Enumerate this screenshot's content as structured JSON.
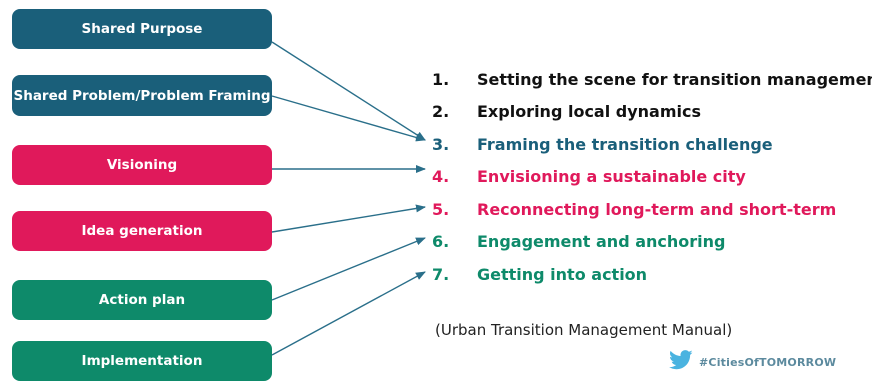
{
  "boxes": [
    {
      "label": "Shared Purpose",
      "color": "teal"
    },
    {
      "label": "Shared Problem/Problem Framing",
      "color": "teal"
    },
    {
      "label": "Visioning",
      "color": "red"
    },
    {
      "label": "Idea generation",
      "color": "red"
    },
    {
      "label": "Action plan",
      "color": "green"
    },
    {
      "label": "Implementation",
      "color": "green"
    }
  ],
  "steps": [
    {
      "number": "1.",
      "label": "Setting the scene for transition management",
      "color": "black"
    },
    {
      "number": "2.",
      "label": "Exploring local dynamics",
      "color": "black"
    },
    {
      "number": "3.",
      "label": "Framing the transition challenge",
      "color": "teal"
    },
    {
      "number": "4.",
      "label": "Envisioning a sustainable city",
      "color": "red"
    },
    {
      "number": "5.",
      "label": "Reconnecting long-term and short-term",
      "color": "red"
    },
    {
      "number": "6.",
      "label": "Engagement and anchoring",
      "color": "green"
    },
    {
      "number": "7.",
      "label": "Getting into action",
      "color": "green"
    }
  ],
  "connections": [
    {
      "from": "Shared Purpose",
      "to": "3."
    },
    {
      "from": "Shared Problem/Problem Framing",
      "to": "3."
    },
    {
      "from": "Visioning",
      "to": "4."
    },
    {
      "from": "Idea generation",
      "to": "5."
    },
    {
      "from": "Action plan",
      "to": "6."
    },
    {
      "from": "Implementation",
      "to": "7."
    }
  ],
  "source_note": "(Urban Transition Management Manual)",
  "hashtag": "#CitiesOfTOMORROW",
  "hashtag_icon": "twitter-bird-icon",
  "colors": {
    "teal": "#1a5f7a",
    "red": "#e0195b",
    "green": "#0e8a6a",
    "black": "#111111",
    "arrow": "#2a6f8a",
    "hashtag_text": "#5c8a9e",
    "twitter_bird": "#4ab3e0"
  }
}
